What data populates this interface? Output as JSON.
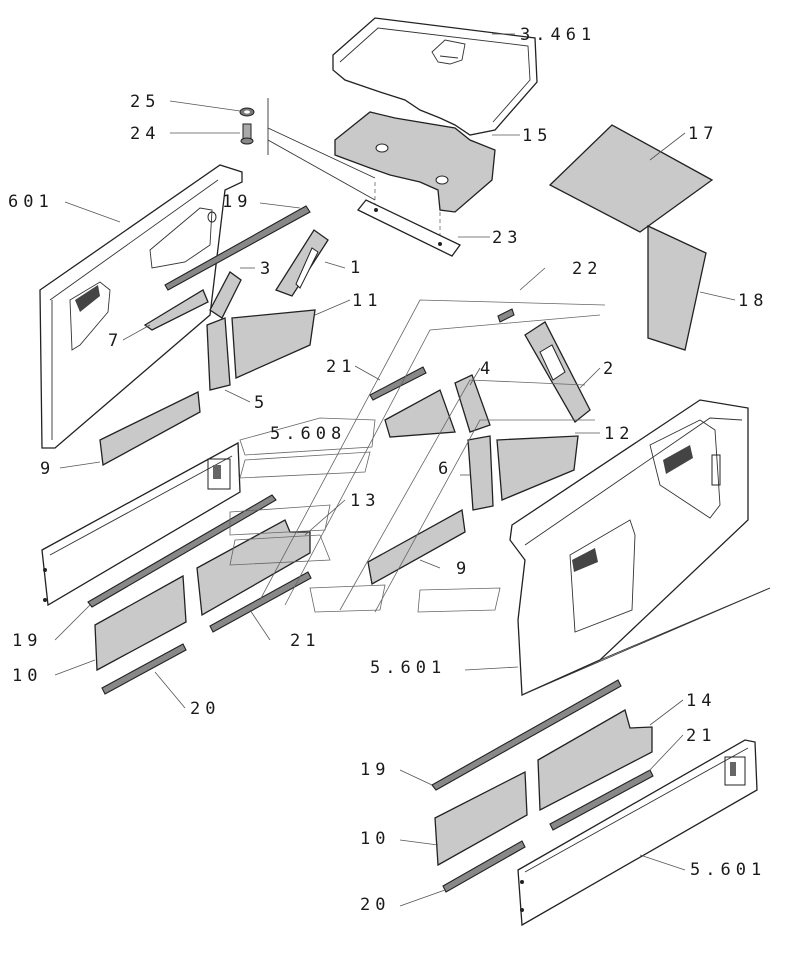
{
  "labels": {
    "p3461": "3.461",
    "p25": "25",
    "p24": "24",
    "p15": "15",
    "p17": "17",
    "p601_left": "601",
    "p19_top": "19",
    "p23": "23",
    "p3": "3",
    "p1": "1",
    "p22": "22",
    "p18": "18",
    "p11": "11",
    "p7": "7",
    "p21_mid": "21",
    "p4": "4",
    "p2": "2",
    "p5": "5",
    "p5608": "5.608",
    "p12": "12",
    "p9_left": "9",
    "p6": "6",
    "p13": "13",
    "p9_mid": "9",
    "p19_left": "19",
    "p21_left": "21",
    "p10_left": "10",
    "p20_left": "20",
    "p5601_mid": "5.601",
    "p14": "14",
    "p21_right": "21",
    "p19_right": "19",
    "p10_right": "10",
    "p5601_right": "5.601",
    "p20_right": "20"
  },
  "colors": {
    "pad_fill": "#c9c9c9",
    "strip_fill": "#888888",
    "line": "#222222"
  }
}
